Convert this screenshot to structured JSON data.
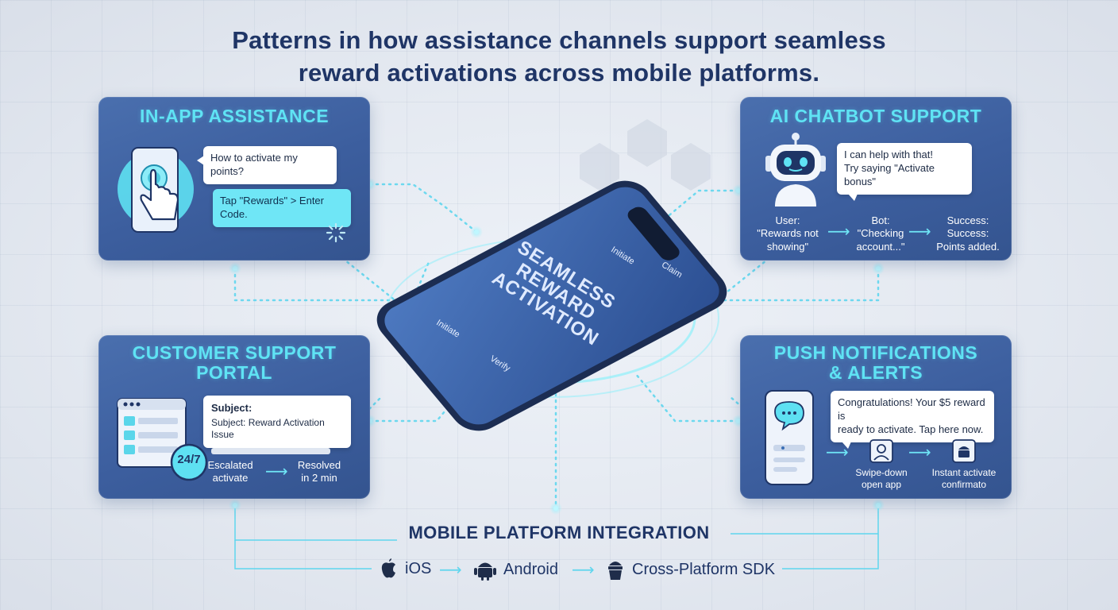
{
  "title": {
    "line1": "Patterns in how assistance channels support seamless",
    "line2": "reward activations across mobile platforms."
  },
  "in_app": {
    "title": "IN-APP ASSISTANCE",
    "question": "How to activate my points?",
    "answer": "Tap \"Rewards\" > Enter Code."
  },
  "chatbot": {
    "title": "AI CHATBOT SUPPORT",
    "reply_line1": "I can help with that!",
    "reply_line2": "Try saying \"Activate bonus\"",
    "flow": [
      {
        "label": "User:",
        "line1": "\"Rewards not",
        "line2": "showing\""
      },
      {
        "label": "Bot:",
        "line1": "\"Checking",
        "line2": "account...\""
      },
      {
        "label": "Success:",
        "line1": "Success:",
        "line2": "Points added."
      }
    ]
  },
  "portal": {
    "title_line1": "CUSTOMER SUPPORT",
    "title_line2": "PORTAL",
    "subject_label": "Subject:",
    "subject_value": "Subject: Reward Activation Issue",
    "badge": "24/7",
    "step1_line1": "Escalated",
    "step1_line2": "activate",
    "step2_line1": "Resolved",
    "step2_line2": "in 2 min"
  },
  "push": {
    "title_line1": "PUSH NOTIFICATIONS",
    "title_line2": "& ALERTS",
    "message_line1": "Congratulations! Your $5 reward is",
    "message_line2": "ready to activate. Tap here now.",
    "step1_line1": "Swipe-down",
    "step1_line2": "open app",
    "step2_line1": "Instant activate",
    "step2_line2": "confirmato"
  },
  "phone": {
    "screen_line1": "SEAMLESS",
    "screen_line2": "REWARD",
    "screen_line3": "ACTIVATION",
    "steps": [
      "Initiate",
      "Claim",
      "Initiate",
      "Verify"
    ]
  },
  "platform": {
    "title": "MOBILE PLATFORM INTEGRATION",
    "items": [
      "iOS",
      "Android",
      "Cross-Platform SDK"
    ]
  },
  "colors": {
    "card": "#3c5e9e",
    "accent": "#5fe3f4",
    "navy": "#1f3566"
  },
  "icons": [
    "hand-tap-icon",
    "robot-icon",
    "browser-window-icon",
    "chat-bubble-icon",
    "apple-icon",
    "android-icon",
    "sdk-icon",
    "loading-spinner-icon"
  ]
}
